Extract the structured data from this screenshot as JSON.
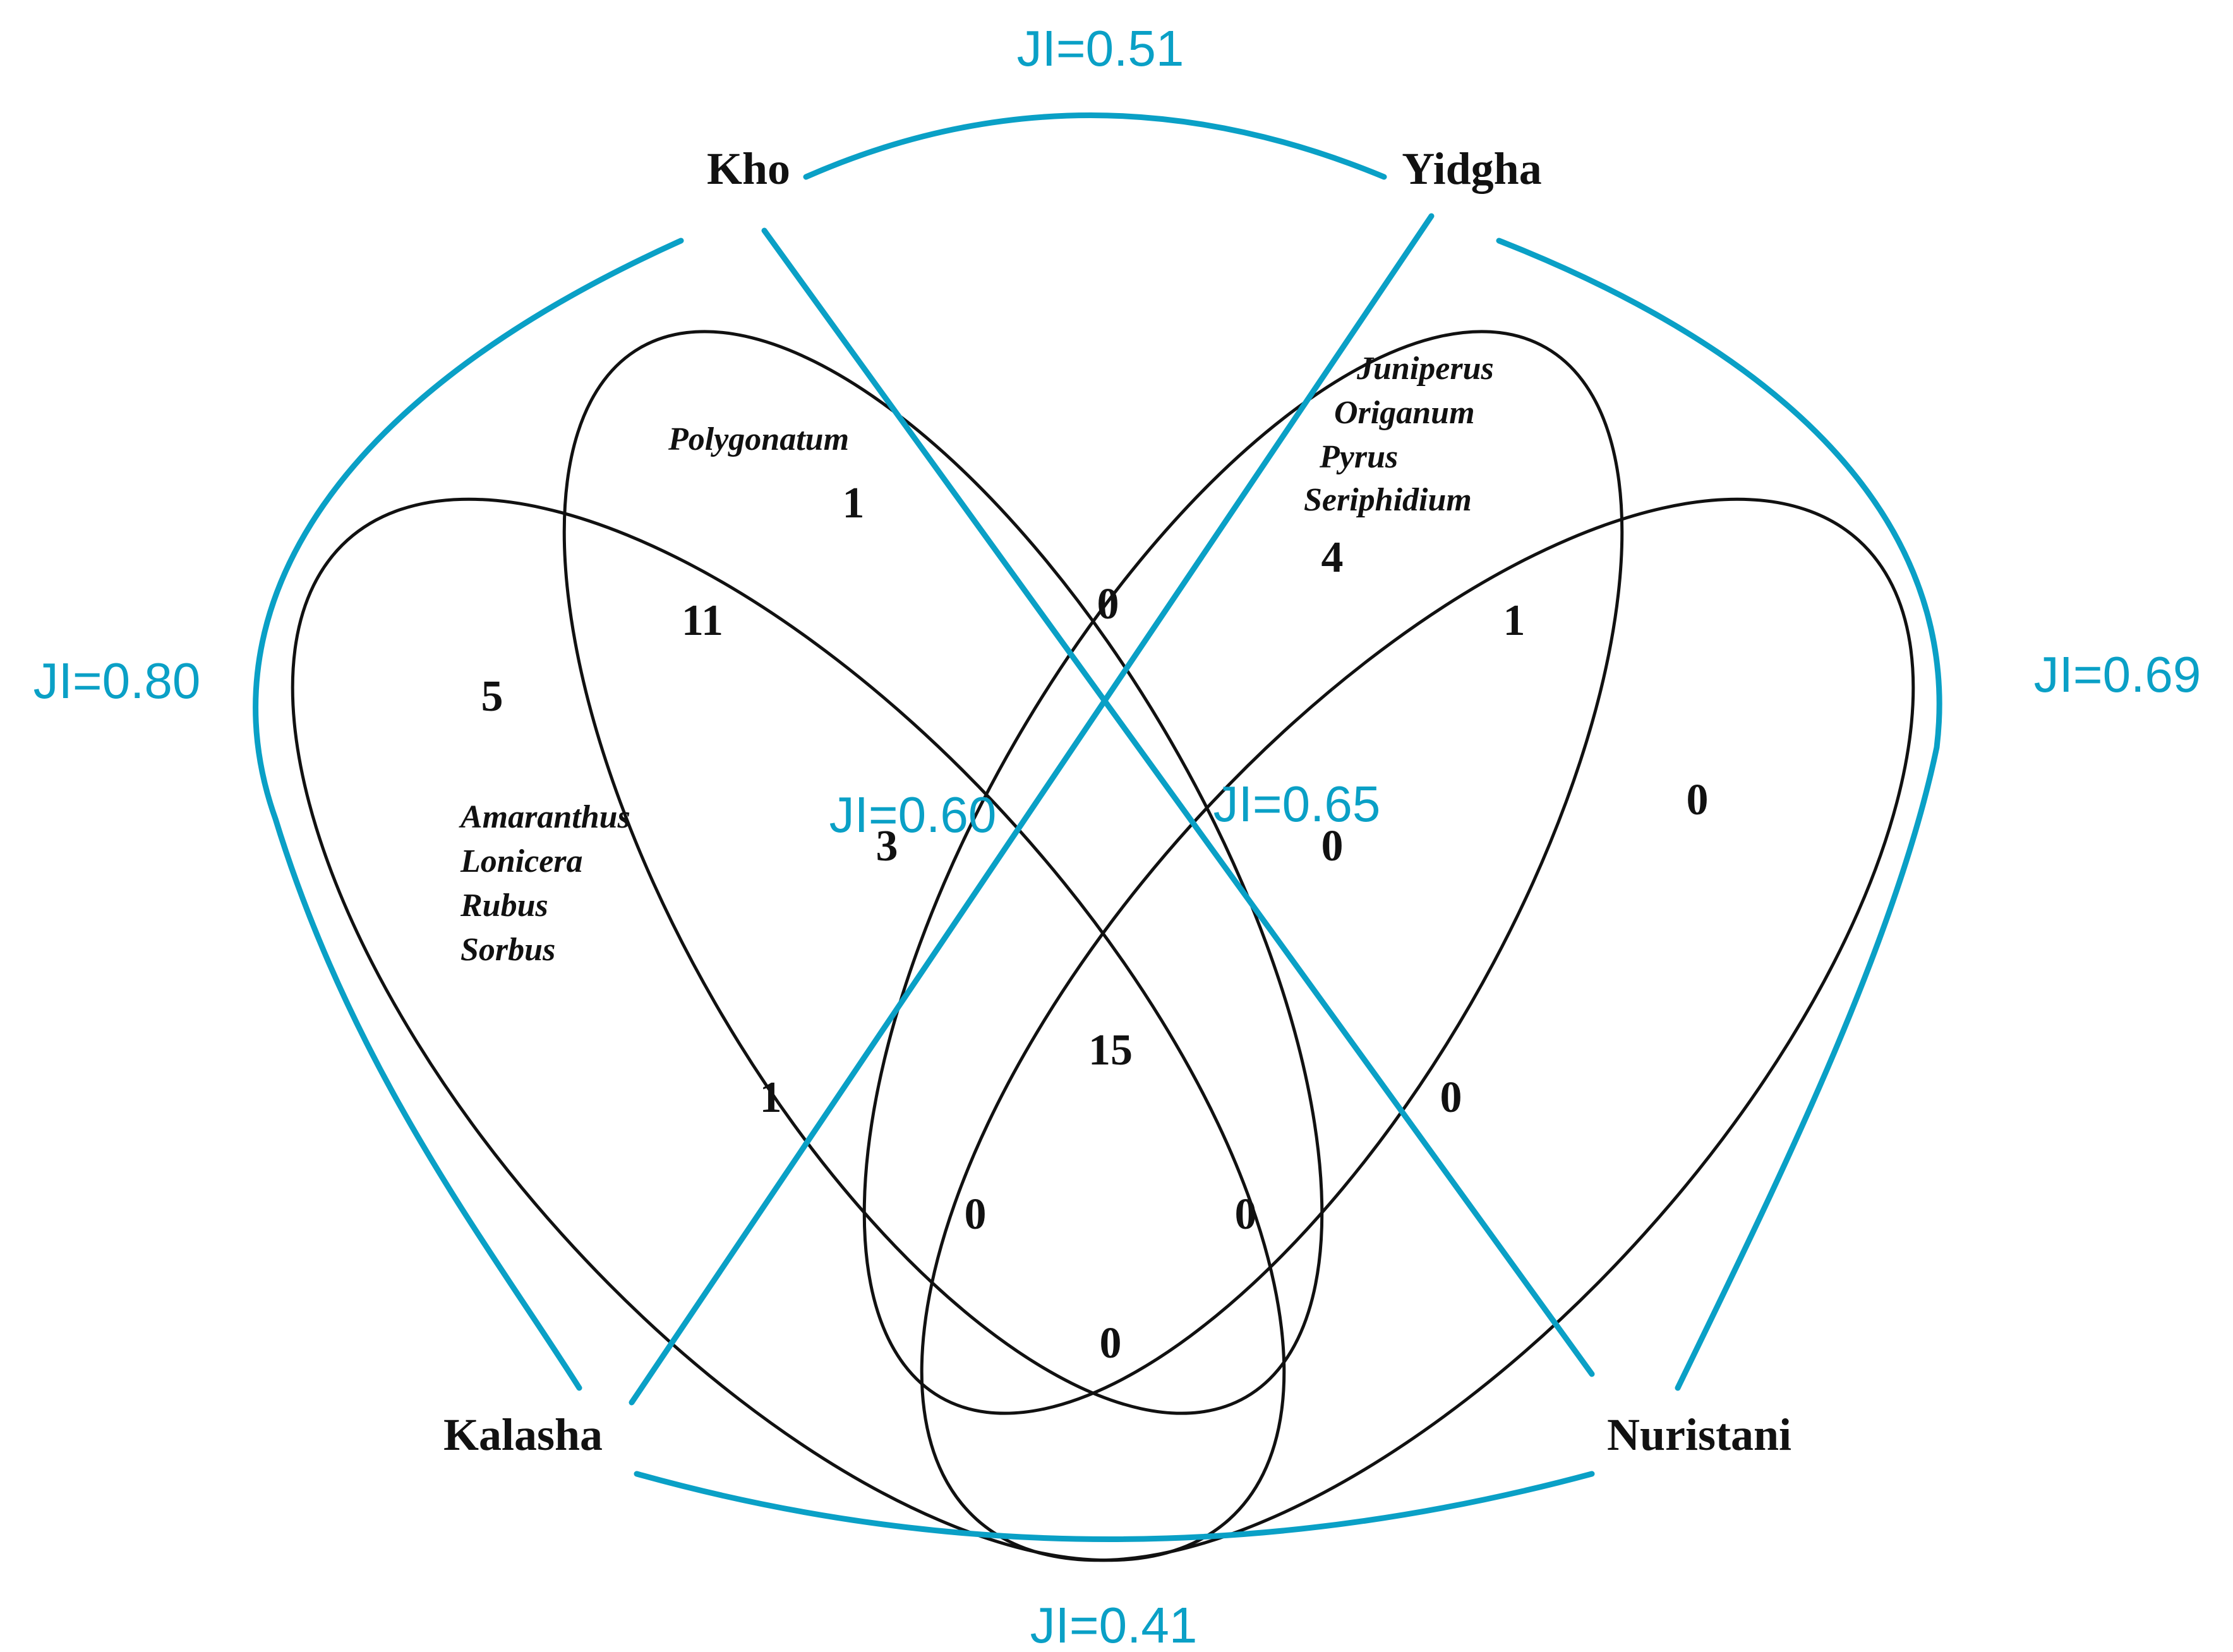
{
  "groups": {
    "kho": "Kho",
    "yidgha": "Yidgha",
    "kalasha": "Kalasha",
    "nuristani": "Nuristani"
  },
  "jaccard": {
    "kho_yidgha": "JI=0.51",
    "kho_kalasha": "JI=0.80",
    "yidgha_nuristani": "JI=0.69",
    "kalasha_nuristani": "JI=0.41",
    "kho_nuristani": "JI=0.65",
    "yidgha_kalasha": "JI=0.60"
  },
  "regions": {
    "kalasha_only": "5",
    "kho_only": "1",
    "yidgha_only": "4",
    "nuristani_only": "0",
    "kalasha_kho": "11",
    "kho_yidgha": "0",
    "yidgha_nuristani": "1",
    "kalasha_kho_yidgha": "3",
    "kho_yidgha_nuristani": "0",
    "all_four": "15",
    "kalasha_yidgha": "1",
    "kho_nuristani": "0",
    "kalasha_yidgha_nuristani": "0",
    "kalasha_kho_nuristani": "0",
    "kalasha_nuristani": "0"
  },
  "species": {
    "kalasha_only": [
      "Amaranthus",
      "Lonicera",
      "Rubus",
      "Sorbus"
    ],
    "kho_only": [
      "Polygonatum"
    ],
    "yidgha_only": [
      "Juniperus",
      "Origanum",
      "Pyrus",
      "Seriphidium"
    ]
  },
  "colors": {
    "links": "#0aa0c6",
    "ellipses": "#111111"
  }
}
